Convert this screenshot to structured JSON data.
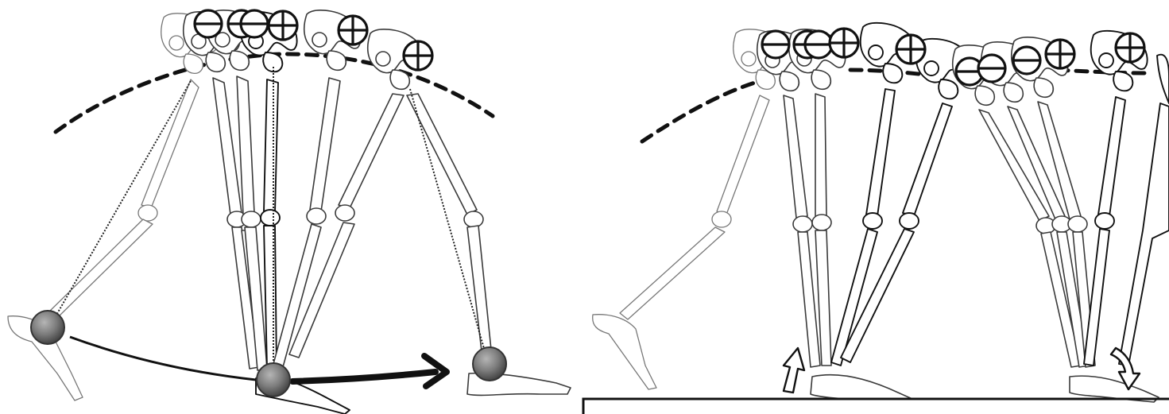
{
  "figure": {
    "left_panel": {
      "elements": [
        "com-marker",
        "com-trajectory",
        "pendulum-strings",
        "foot-masses",
        "swing-arrow",
        "leg-skeletons"
      ]
    },
    "right_panel": {
      "elements": [
        "com-marker",
        "com-trajectory",
        "leg-skeletons",
        "push-off-arrow",
        "heel-strike-arrow",
        "ground"
      ]
    },
    "colors": {
      "ink": "#111111",
      "bone_outline": "#3a3a3a",
      "mass_fill": "#777777",
      "background": "#ffffff"
    },
    "icons": {
      "com_marker": "circle-plus-icon",
      "push_off": "curved-up-arrow-icon",
      "heel_strike": "curved-down-arrow-icon"
    }
  }
}
